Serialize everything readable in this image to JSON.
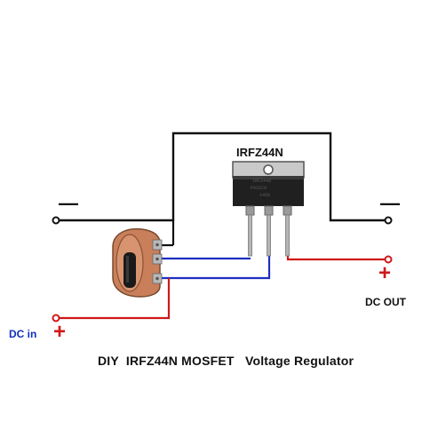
{
  "title": "DIY  IRFZ44N MOSFET   Voltage Regulator",
  "part_label": "IRFZ44N",
  "terminals": {
    "dc_out_label": "DC OUT",
    "dc_in_label": "DC in",
    "negative_symbol": "—",
    "positive_symbol": "+"
  },
  "chip_marking": {
    "line1": "IRFZ44N",
    "line2": "P031CA",
    "line3": "1450"
  },
  "colors": {
    "negative_wire": "#111111",
    "positive_wire": "#d01818",
    "control_wire": "#1c2fbf",
    "dc_in_text": "#1030c0"
  },
  "components": [
    "mosfet",
    "potentiometer"
  ]
}
